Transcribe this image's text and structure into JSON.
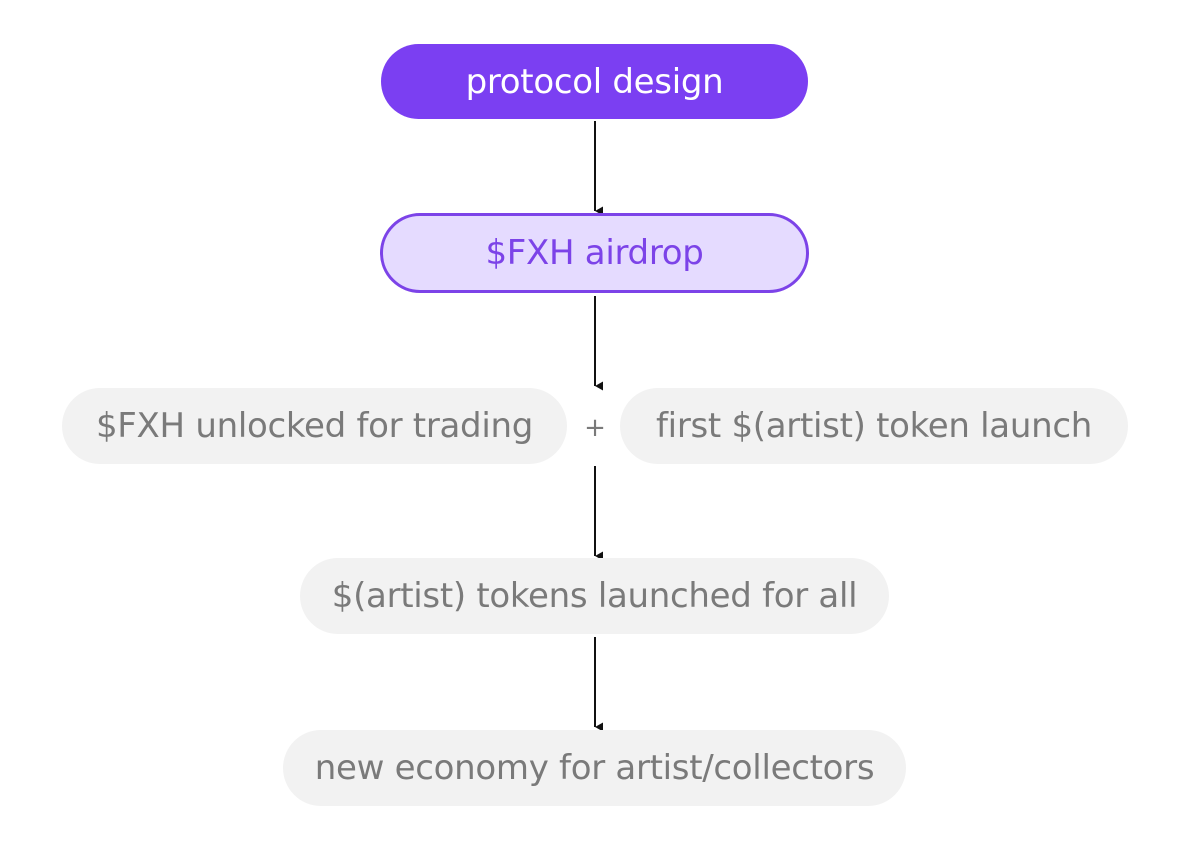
{
  "nodes": {
    "protocol_design": "protocol design",
    "fxh_airdrop": "$FXH airdrop",
    "fxh_unlocked": "$FXH unlocked for trading",
    "plus": "+",
    "first_artist_token": "first $(artist) token launch",
    "artist_tokens_all": "$(artist) tokens launched for all",
    "new_economy": "new economy for artist/collectors"
  },
  "colors": {
    "primary_fill": "#7b3ff2",
    "secondary_fill": "#e5dbff",
    "secondary_border": "#7c43e8",
    "gray_fill": "#f2f2f2",
    "gray_text": "#7a7a7a",
    "arrow": "#111111"
  }
}
